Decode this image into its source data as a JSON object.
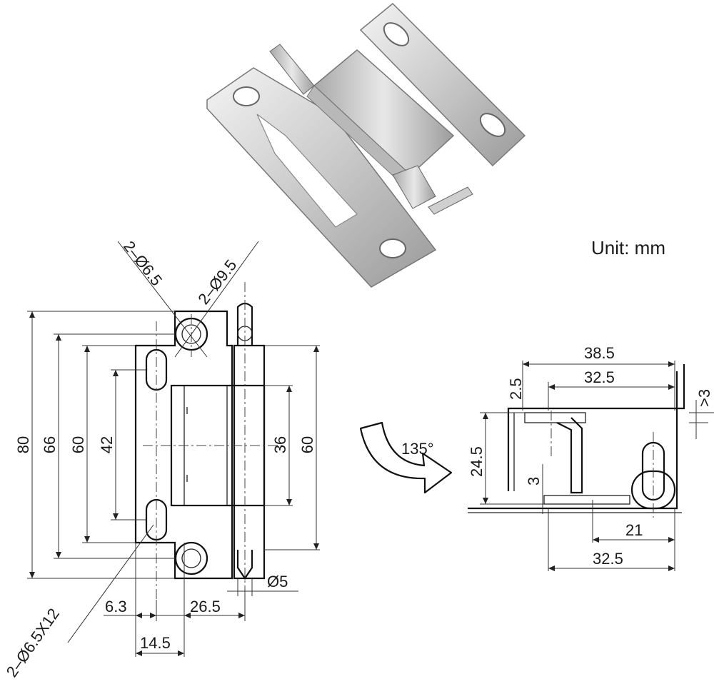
{
  "product": {
    "image_name": "stainless-concealed-hinge-photo"
  },
  "unit_note": "Unit: mm",
  "front_view": {
    "dims": {
      "overall_height": "80",
      "hole_pitch": "66",
      "knuckle_length": "60",
      "slot_pitch": "42",
      "leaf_length": "36",
      "right_length": "60",
      "pin_diameter": "Ø5",
      "edge_offset": "6.3",
      "pin_offset": "26.5",
      "slot_offset": "14.5"
    },
    "callouts": {
      "hole_small": "2–Ø6.5",
      "hole_large": "2–Ø9.5",
      "slot": "2–Ø6.5X12"
    }
  },
  "rotation": {
    "angle": "135°"
  },
  "side_view": {
    "dims": {
      "outer_width": "38.5",
      "inner_width": "32.5",
      "top_gap": "2.5",
      "clearance": ">3",
      "height": "24.5",
      "plate_thickness": "3",
      "pin_offset": "21",
      "bottom_width": "32.5"
    }
  }
}
